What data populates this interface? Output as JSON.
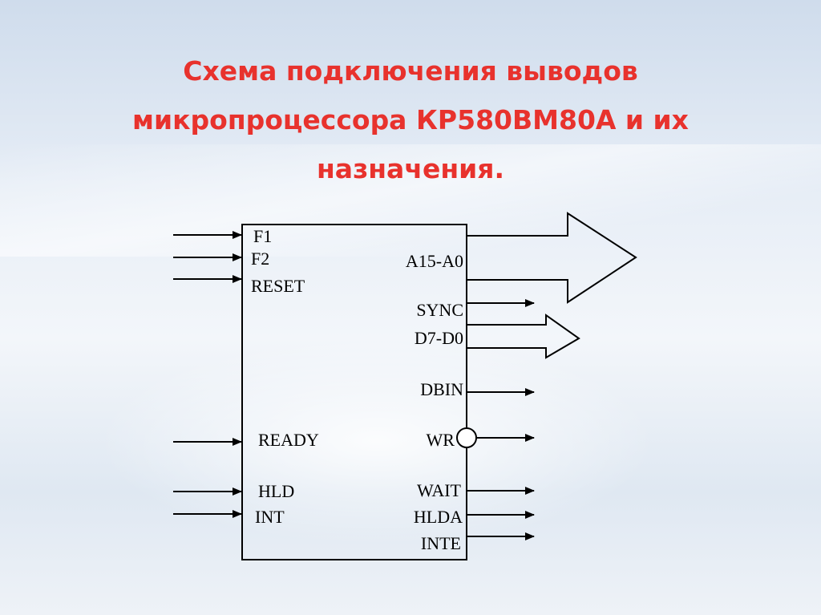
{
  "slide": {
    "title_lines": [
      "Схема подключения выводов",
      "микропроцессора КР580ВМ80А и их",
      "назначения."
    ]
  },
  "diagram": {
    "inputs": [
      "F1",
      "F2",
      "RESET",
      "READY",
      "HLD",
      "INT"
    ],
    "outputs": [
      "A15-A0",
      "SYNC",
      "D7-D0",
      "DBIN",
      "WR",
      "WAIT",
      "HLDA",
      "INTE"
    ]
  }
}
